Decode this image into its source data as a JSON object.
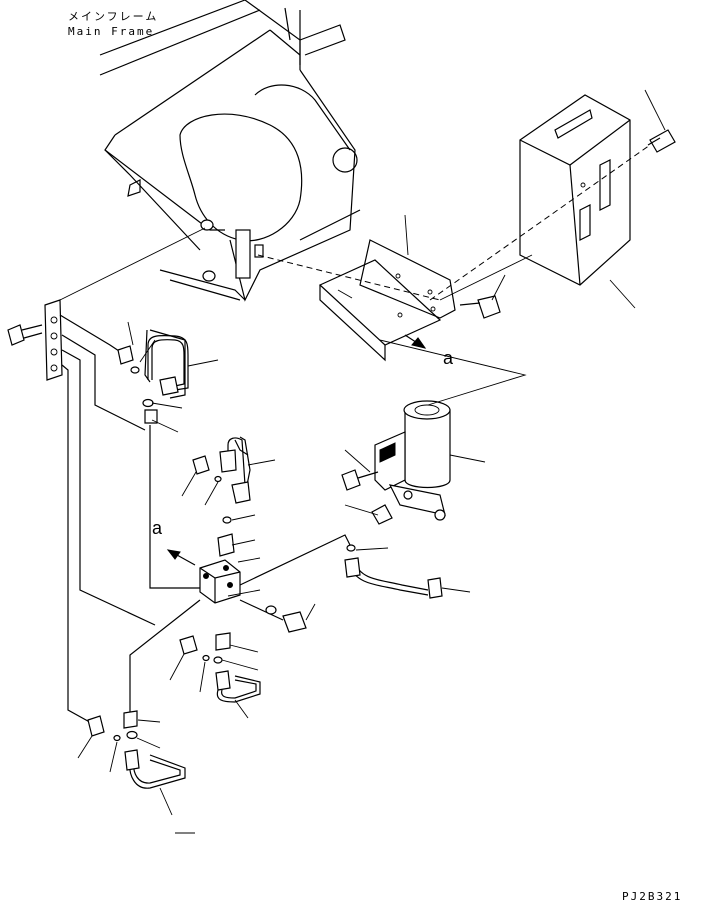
{
  "labels": {
    "frame_jp": "メインフレーム",
    "frame_en": "Main Frame",
    "callout_a_upper": "a",
    "callout_a_lower": "a",
    "drawing_code": "PJ2B321"
  }
}
